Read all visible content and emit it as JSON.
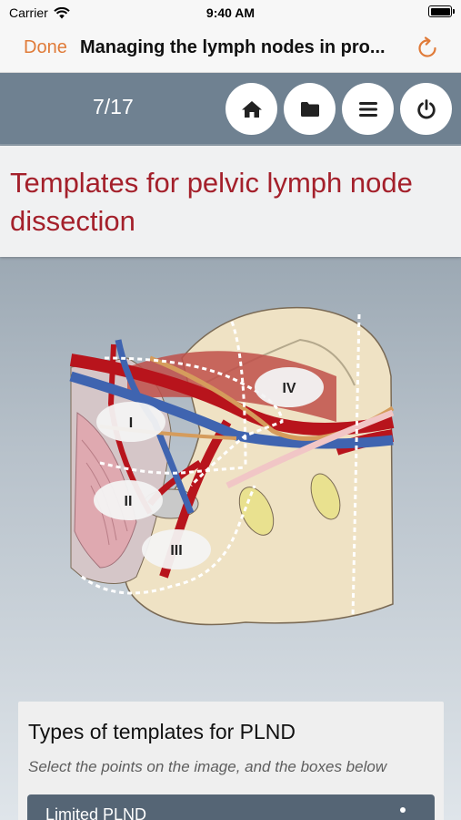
{
  "status_bar": {
    "carrier": "Carrier",
    "time": "9:40 AM"
  },
  "nav": {
    "done_label": "Done",
    "title": "Managing the lymph nodes in pro..."
  },
  "toolbar": {
    "page_indicator": "7/17",
    "buttons": [
      "home-icon",
      "folder-icon",
      "menu-icon",
      "power-icon"
    ]
  },
  "slide": {
    "heading": "Templates for pelvic lymph node dissection"
  },
  "figure": {
    "region_labels": [
      "I",
      "II",
      "III",
      "IV"
    ]
  },
  "card": {
    "title": "Types of templates for PLND",
    "subtitle": "Select the points on the image, and the boxes below",
    "row_label": "Limited PLND"
  },
  "colors": {
    "accent": "#e07b39",
    "heading": "#a4202b",
    "toolbar": "#6f8191"
  }
}
